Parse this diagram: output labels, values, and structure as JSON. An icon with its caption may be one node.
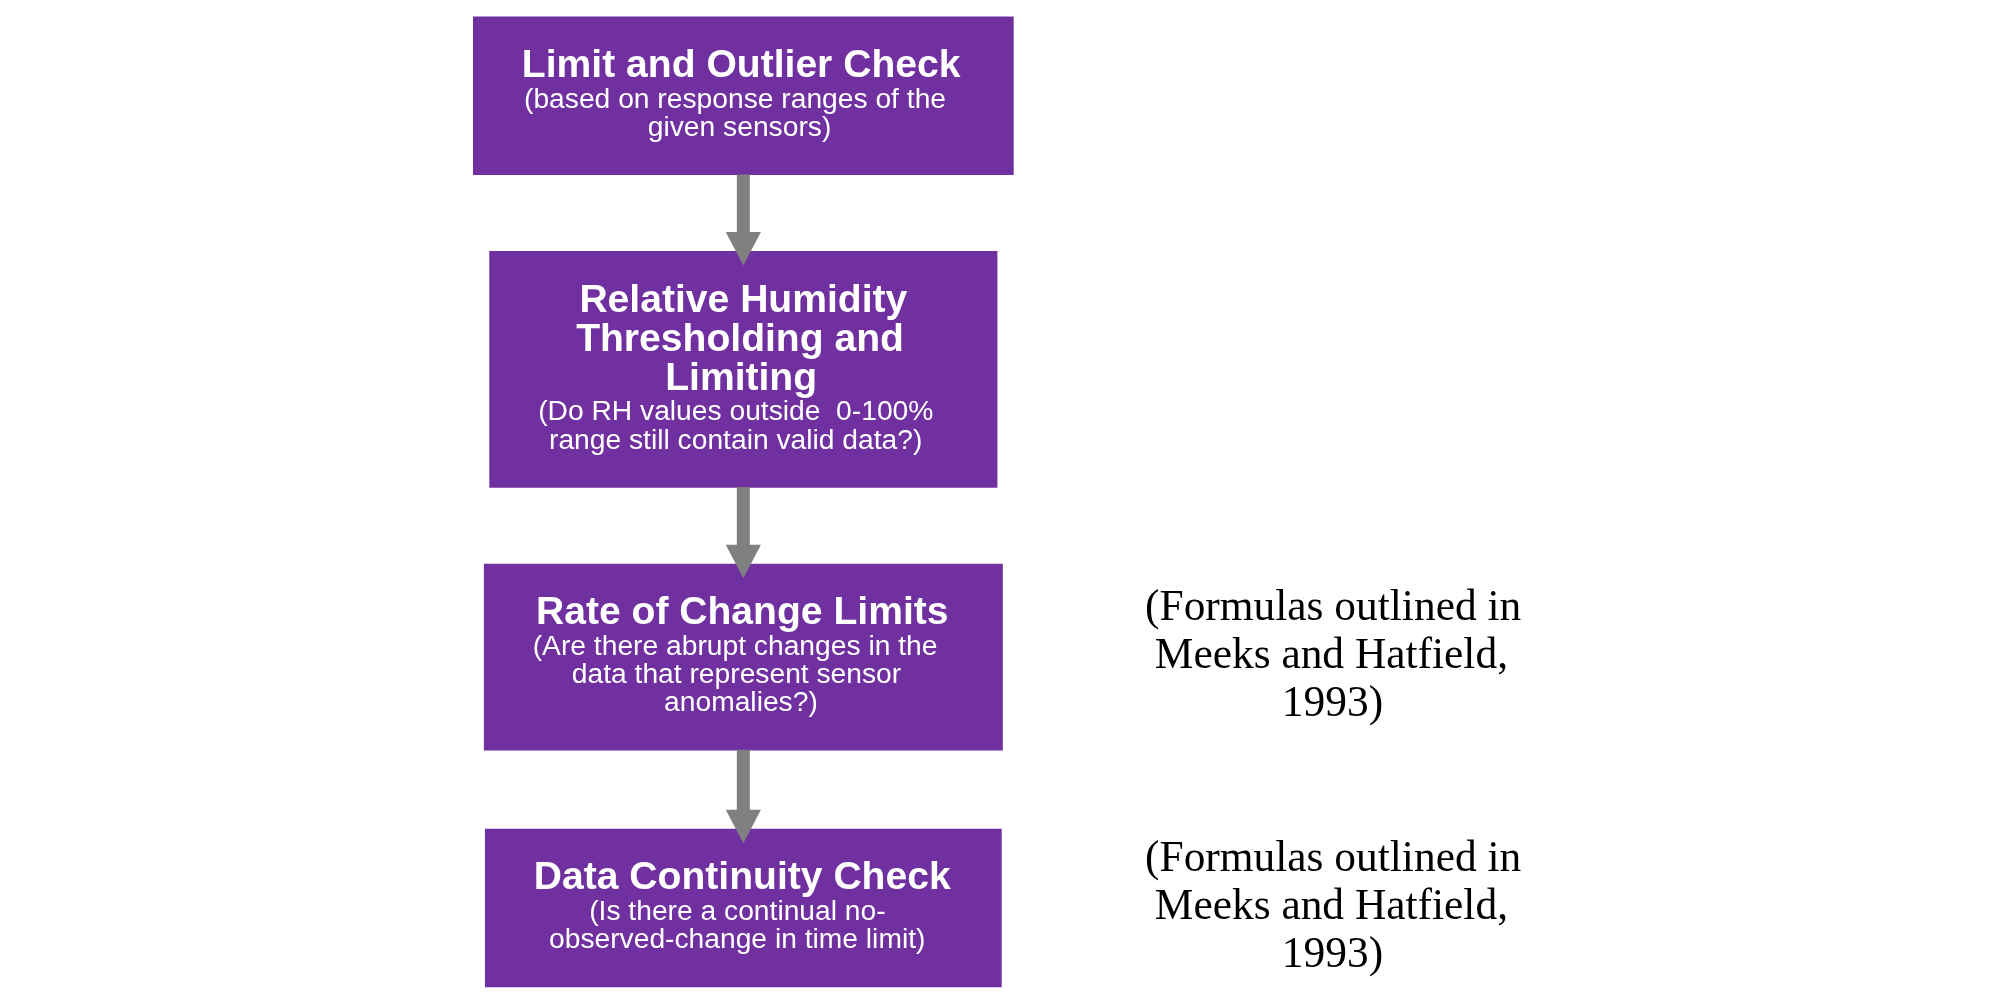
{
  "diagram": {
    "nodes": [
      {
        "text": [
          "Limit and Outlier Check",
          "(based on response ranges of the given sensors)"
        ]
      },
      {
        "text": [
          "Relative Humidity Thresholding and Limiting",
          "(Do RH values outside  0-100% range still contain valid data?)"
        ]
      },
      {
        "text": [
          "Rate of Change Limits",
          "(Are there abrupt changes in the data that represent sensor anomalies?)"
        ],
        "beside": [
          "(Formulas outlined in Meeks and Hatfield, 1993)"
        ]
      },
      {
        "text": [
          "Data Continuity Check",
          "(Is there a continual no-observed-change in time limit)"
        ],
        "beside": [
          "(Formulas outlined in Meeks and Hatfield, 1993)"
        ]
      }
    ],
    "edges": [
      {
        "from": 0,
        "to": 1,
        "arrow": "to"
      },
      {
        "from": 1,
        "to": 2,
        "arrow": "to"
      },
      {
        "from": 2,
        "to": 3,
        "arrow": "to"
      }
    ]
  }
}
